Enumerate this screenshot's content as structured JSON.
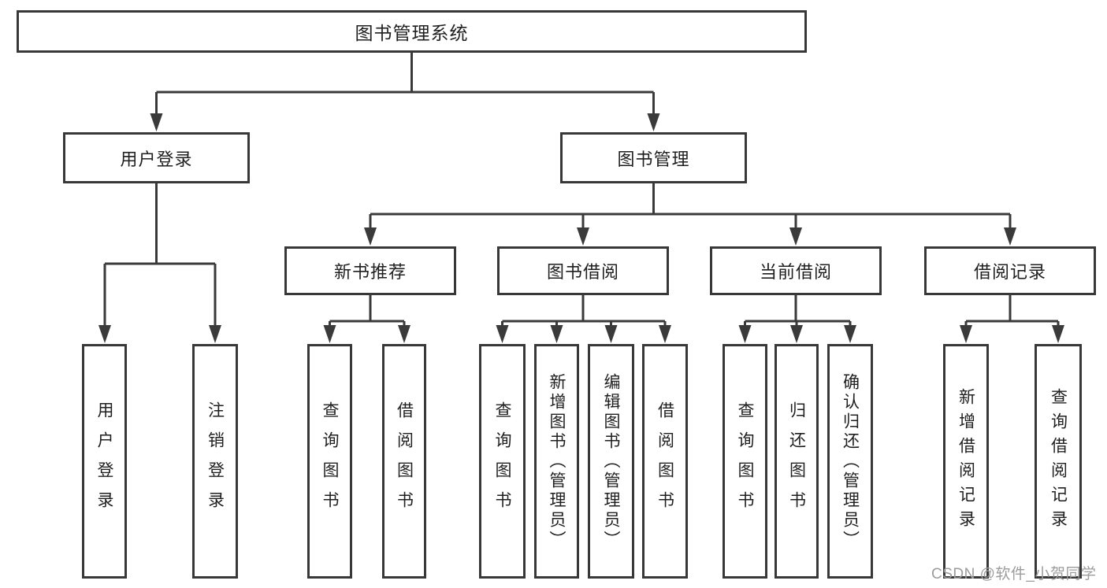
{
  "colors": {
    "line": "#3a3a3a",
    "box_border": "#383838",
    "text": "#1f1f1f",
    "watermark": "#9c9c9c",
    "background": "#ffffff"
  },
  "diagram": {
    "root": {
      "label": "图书管理系统"
    },
    "level2": [
      {
        "label": "用户登录"
      },
      {
        "label": "图书管理"
      }
    ],
    "level3": [
      {
        "label": "新书推荐",
        "parent": "图书管理"
      },
      {
        "label": "图书借阅",
        "parent": "图书管理"
      },
      {
        "label": "当前借阅",
        "parent": "图书管理"
      },
      {
        "label": "借阅记录",
        "parent": "图书管理"
      }
    ],
    "leaves": [
      {
        "label": "用户登录",
        "parent": "用户登录"
      },
      {
        "label": "注销登录",
        "parent": "用户登录"
      },
      {
        "label": "查询图书",
        "parent": "新书推荐"
      },
      {
        "label": "借阅图书",
        "parent": "新书推荐"
      },
      {
        "label": "查询图书",
        "parent": "图书借阅"
      },
      {
        "label": "新增图书（管理员）",
        "parent": "图书借阅"
      },
      {
        "label": "编辑图书（管理员）",
        "parent": "图书借阅"
      },
      {
        "label": "借阅图书",
        "parent": "图书借阅"
      },
      {
        "label": "查询图书",
        "parent": "当前借阅"
      },
      {
        "label": "归还图书",
        "parent": "当前借阅"
      },
      {
        "label": "确认归还（管理员）",
        "parent": "当前借阅"
      },
      {
        "label": "新增借阅记录",
        "parent": "借阅记录"
      },
      {
        "label": "查询借阅记录",
        "parent": "借阅记录"
      }
    ]
  },
  "watermark": {
    "text": "CSDN @软件_小贺同学"
  }
}
